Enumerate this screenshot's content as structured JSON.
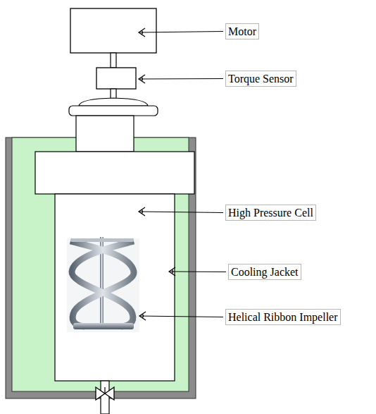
{
  "diagram": {
    "nodes": [
      {
        "text": [
          "Motor"
        ]
      },
      {
        "text": [
          "Torque Sensor"
        ]
      },
      {
        "text": [
          "High Pressure Cell"
        ]
      },
      {
        "text": [
          "Cooling Jacket"
        ]
      },
      {
        "text": [
          "Helical Ribbon Impeller"
        ]
      }
    ]
  }
}
